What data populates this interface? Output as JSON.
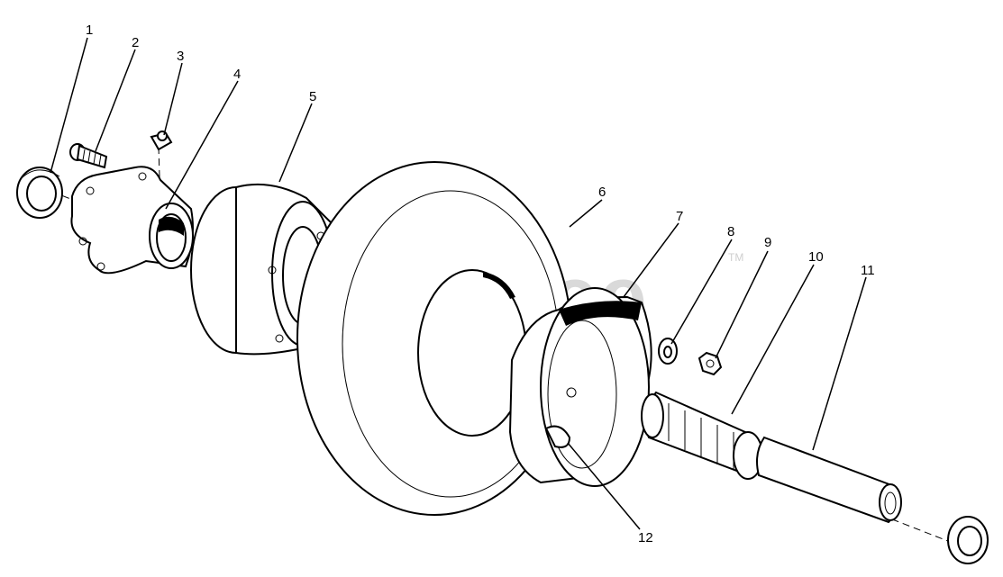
{
  "diagram": {
    "watermark": "PartsTree",
    "watermark_tm": "TM",
    "callouts": [
      "1",
      "2",
      "3",
      "4",
      "5",
      "6",
      "7",
      "8",
      "9",
      "10",
      "11",
      "12"
    ]
  }
}
